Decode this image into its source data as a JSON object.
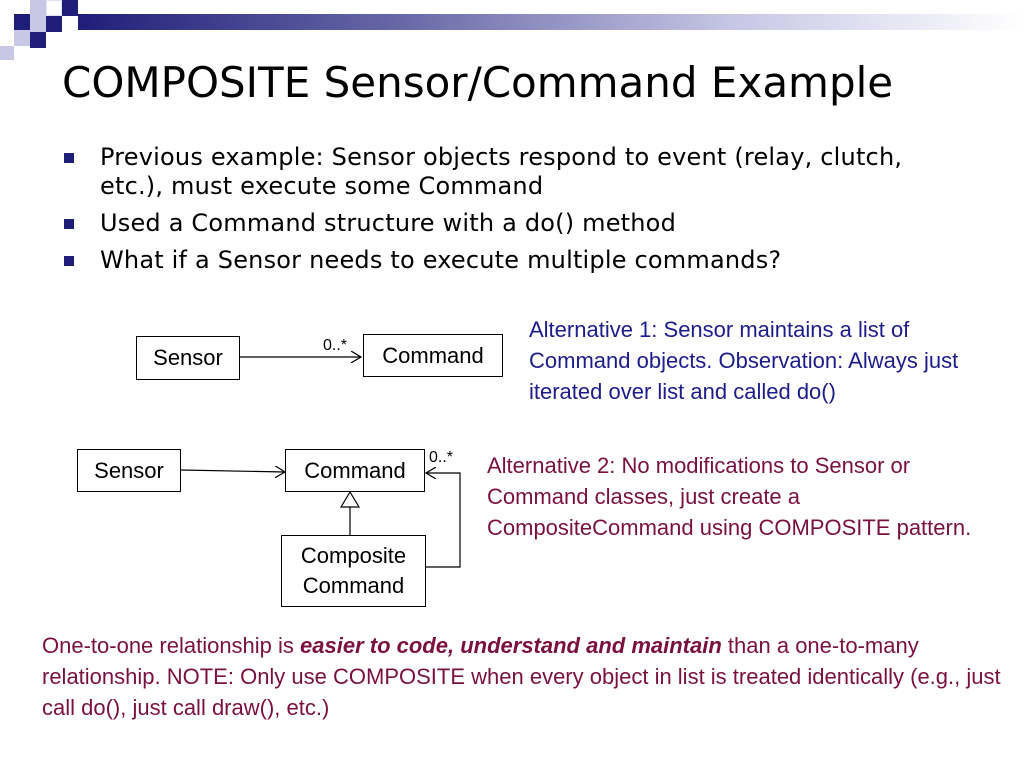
{
  "slide": {
    "title": "COMPOSITE Sensor/Command Example",
    "bullets": [
      "Previous example: Sensor objects respond to event (relay, clutch, etc.), must execute some Command",
      "Used a Command structure with a do() method",
      "What if a Sensor needs to execute multiple commands?"
    ]
  },
  "diagram1": {
    "sensor": "Sensor",
    "command": "Command",
    "multiplicity": "0..*",
    "note": "Alternative 1: Sensor maintains a list of Command objects.  Observation: Always just iterated over list and called do()"
  },
  "diagram2": {
    "sensor": "Sensor",
    "command": "Command",
    "composite_line1": "Composite",
    "composite_line2": "Command",
    "multiplicity": "0..*",
    "note": "Alternative 2: No modifications to Sensor or Command classes, just create a CompositeCommand using COMPOSITE pattern."
  },
  "conclusion": {
    "before": "One-to-one relationship is ",
    "emphasis": "easier to code, understand and maintain",
    "after": " than a one-to-many relationship.   NOTE: Only use COMPOSITE when every object in list is treated identically (e.g., just call do(), just call draw(), etc.)"
  },
  "colors": {
    "title_text": "#000000",
    "bullet_marker": "#1f1f7a",
    "note_blue": "#1c1c8c",
    "note_red": "#7a1040",
    "deco_navy": "#1f1f7a",
    "deco_lavender": "#c8c8e6"
  }
}
